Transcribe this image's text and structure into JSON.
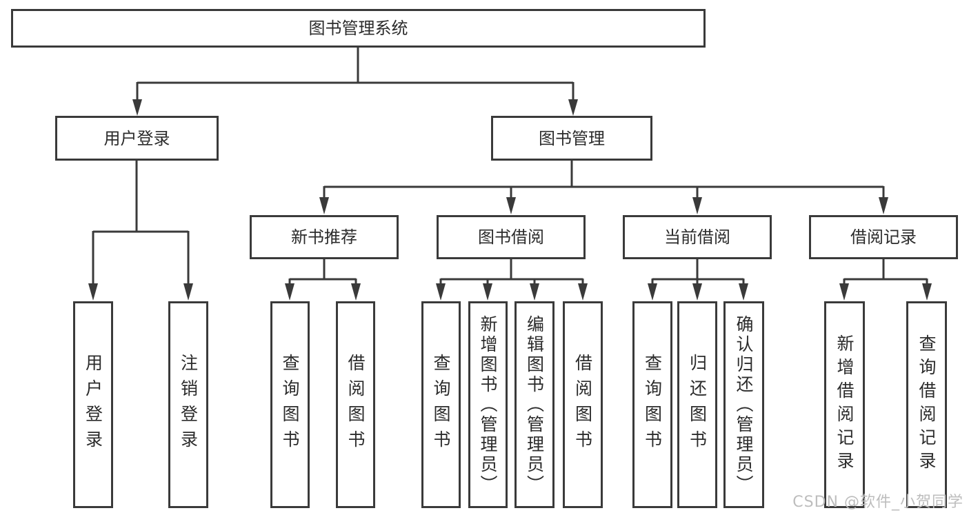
{
  "tree": {
    "root": {
      "label": "图书管理系统"
    },
    "branches": [
      {
        "label": "用户登录",
        "children": [
          {
            "label": "用户登录"
          },
          {
            "label": "注销登录"
          }
        ]
      },
      {
        "label": "图书管理",
        "sections": [
          {
            "label": "新书推荐",
            "children": [
              {
                "label": "查询图书"
              },
              {
                "label": "借阅图书"
              }
            ]
          },
          {
            "label": "图书借阅",
            "children": [
              {
                "label": "查询图书"
              },
              {
                "label": "新增图书（管理员）"
              },
              {
                "label": "编辑图书（管理员）"
              },
              {
                "label": "借阅图书"
              }
            ]
          },
          {
            "label": "当前借阅",
            "children": [
              {
                "label": "查询图书"
              },
              {
                "label": "归还图书"
              },
              {
                "label": "确认归还（管理员）"
              }
            ]
          },
          {
            "label": "借阅记录",
            "children": [
              {
                "label": "新增借阅记录"
              },
              {
                "label": "查询借阅记录"
              }
            ]
          }
        ]
      }
    ]
  },
  "watermark": {
    "text": "CSDN @软件_小贺同学"
  },
  "colors": {
    "line": "#3a3a3a",
    "text": "#2b2b2b",
    "watermark": "#bdbdbd",
    "background": "#ffffff"
  }
}
